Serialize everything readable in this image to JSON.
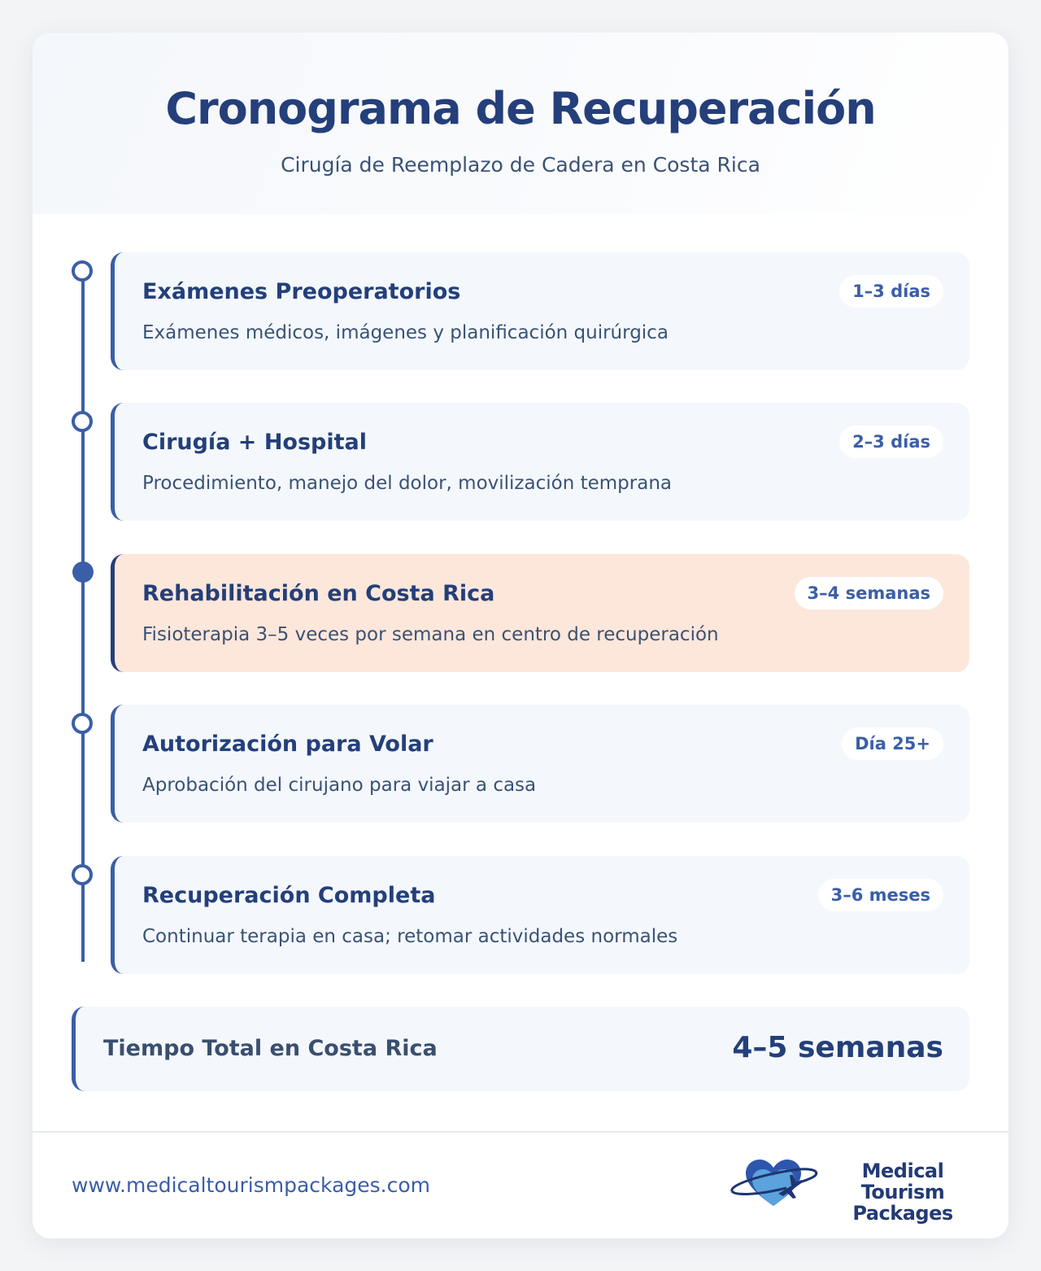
{
  "header": {
    "title": "Cronograma de Recuperación",
    "subtitle": "Cirugía de Reemplazo de Cadera en Costa Rica"
  },
  "steps": [
    {
      "title": "Exámenes Preoperatorios",
      "description": "Exámenes médicos, imágenes y planificación quirúrgica",
      "duration": "1–3 días",
      "active": false
    },
    {
      "title": "Cirugía + Hospital",
      "description": "Procedimiento, manejo del dolor, movilización temprana",
      "duration": "2–3 días",
      "active": false
    },
    {
      "title": "Rehabilitación en Costa Rica",
      "description": "Fisioterapia 3–5 veces por semana en centro de recuperación",
      "duration": "3–4 semanas",
      "active": true
    },
    {
      "title": "Autorización para Volar",
      "description": "Aprobación del cirujano para viajar a casa",
      "duration": "Día 25+",
      "active": false
    },
    {
      "title": "Recuperación Completa",
      "description": "Continuar terapia en casa; retomar actividades normales",
      "duration": "3–6 meses",
      "active": false
    }
  ],
  "total": {
    "label": "Tiempo Total en Costa Rica",
    "value": "4–5 semanas"
  },
  "footer": {
    "url": "www.medicaltourismpackages.com",
    "logo_line1": "Medical Tourism",
    "logo_line2": "Packages",
    "logo_icon": "heart-airplane-icon"
  },
  "colors": {
    "primary": "#243f7a",
    "accent": "#3b5ea8",
    "active_bg": "#fde7db",
    "card_bg": "#f4f8fc"
  }
}
